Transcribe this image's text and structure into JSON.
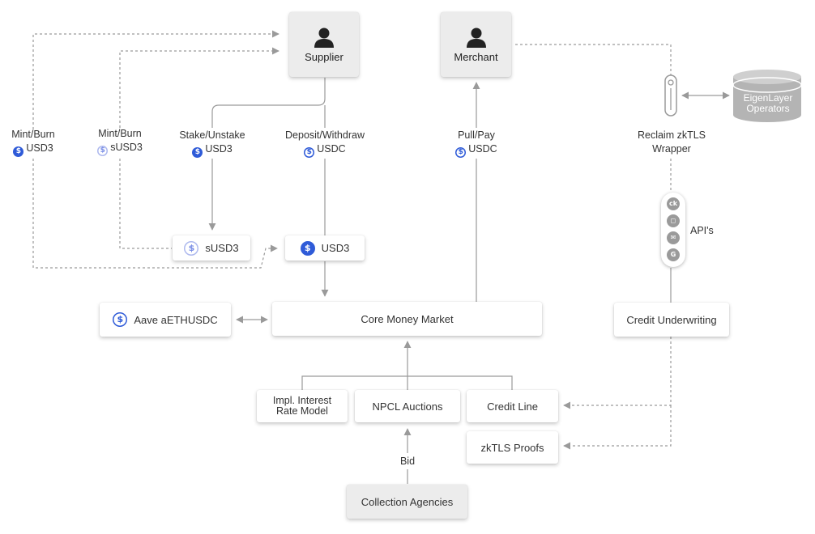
{
  "nodes": {
    "supplier": "Supplier",
    "merchant": "Merchant",
    "eigenlayer": "EigenLayer Operators",
    "susd3": "sUSD3",
    "usd3": "USD3",
    "aave": "Aave aETHUSDC",
    "core_money_market": "Core Money Market",
    "credit_underwriting": "Credit Underwriting",
    "impl_interest_rate": [
      "Impl. Interest",
      "Rate Model"
    ],
    "npcl_auctions": "NPCL Auctions",
    "credit_line": "Credit Line",
    "zktls_proofs": "zkTLS Proofs",
    "collection_agencies": "Collection Agencies"
  },
  "edge_labels": {
    "mint_burn_usd3": {
      "line1": "Mint/Burn",
      "token": "USD3"
    },
    "mint_burn_susd3": {
      "line1": "Mint/Burn",
      "token": "sUSD3"
    },
    "stake_unstake": {
      "line1": "Stake/Unstake",
      "token": "USD3"
    },
    "deposit_withdraw": {
      "line1": "Deposit/Withdraw",
      "token": "USDC"
    },
    "pull_pay": {
      "line1": "Pull/Pay",
      "token": "USDC"
    },
    "reclaim_wrapper": [
      "Reclaim zkTLS",
      "Wrapper"
    ],
    "apis": "API's",
    "bid": "Bid"
  },
  "icons": {
    "person": "person-icon",
    "coin": "dollar-coin-icon",
    "database": "database-cylinder-icon",
    "api_icons": [
      "ck",
      "◻",
      "✉",
      "G"
    ]
  },
  "colors": {
    "line": "#9a9a9a",
    "coin_blue": "#2f5bd8",
    "actor_bg": "#ececec",
    "cylinder": "#b4b4b4"
  }
}
